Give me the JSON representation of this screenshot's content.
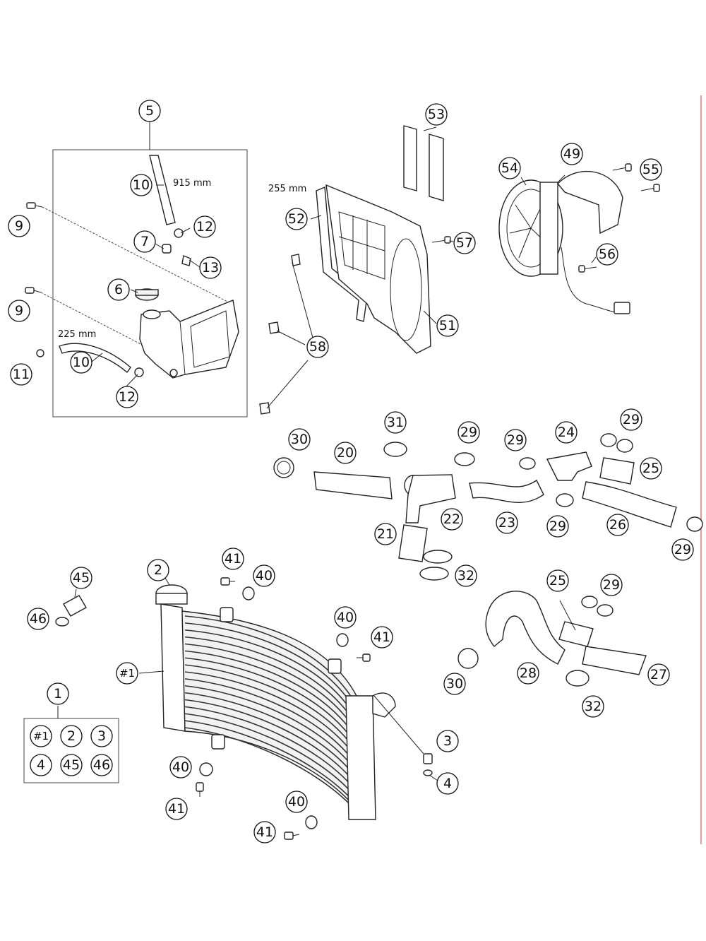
{
  "dimensions": {
    "hose_long": "915 mm",
    "hose_short": "225 mm",
    "seal_strip": "255 mm"
  },
  "callouts": {
    "c1": "1",
    "c2": "2",
    "c3a": "3",
    "c3b": "3",
    "c4a": "4",
    "c4b": "4",
    "c5": "5",
    "c6": "6",
    "c7": "7",
    "c9a": "9",
    "c9b": "9",
    "c10a": "10",
    "c10b": "10",
    "c11": "11",
    "c12a": "12",
    "c12b": "12",
    "c13": "13",
    "c20": "20",
    "c21": "21",
    "c22": "22",
    "c23": "23",
    "c24": "24",
    "c25a": "25",
    "c25b": "25",
    "c26": "26",
    "c27": "27",
    "c28": "28",
    "c29a": "29",
    "c29b": "29",
    "c29c": "29",
    "c29d": "29",
    "c29e": "29",
    "c29f": "29",
    "c30a": "30",
    "c30b": "30",
    "c31": "31",
    "c32a": "32",
    "c32b": "32",
    "c40a": "40",
    "c40b": "40",
    "c40c": "40",
    "c40d": "40",
    "c41a": "41",
    "c41b": "41",
    "c41c": "41",
    "c41d": "41",
    "c45a": "45",
    "c45b": "45",
    "c46a": "46",
    "c46b": "46",
    "c49": "49",
    "c51": "51",
    "c52": "52",
    "c53": "53",
    "c54": "54",
    "c55": "55",
    "c56": "56",
    "c57": "57",
    "c58": "58",
    "h1a": "#1",
    "h1b": "#1",
    "c2b": "2"
  }
}
